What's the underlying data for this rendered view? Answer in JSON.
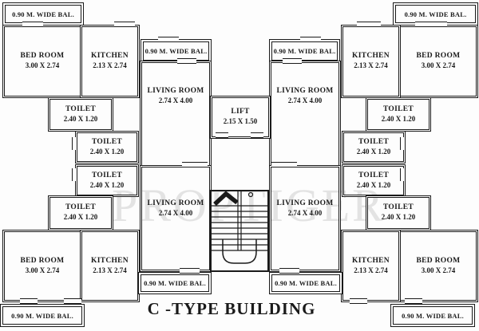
{
  "title": "C -TYPE BUILDING",
  "watermark": "PROPTIGER",
  "labels": {
    "balcony": "0.90 M. WIDE BAL.",
    "bedroom": "BED ROOM",
    "bedroom_dim": "3.00 X 2.74",
    "kitchen": "KITCHEN",
    "kitchen_dim": "2.13 X 2.74",
    "living": "LIVING ROOM",
    "living_dim": "2.74 X 4.00",
    "toilet": "TOILET",
    "toilet_dim": "2.40 X 1.20",
    "lift": "LIFT",
    "lift_dim": "2.15 X 1.50"
  },
  "colors": {
    "wall": "#1a1a1a",
    "background": "#fdfdfd",
    "watermark": "#e3e3e3"
  },
  "plan_info": {
    "building_type": "C-Type",
    "flats_per_floor": 4,
    "rooms_per_flat": [
      "BED ROOM",
      "KITCHEN",
      "LIVING ROOM",
      "TOILET",
      "TOILET"
    ],
    "core": [
      "LIFT",
      "STAIRCASE"
    ],
    "balcony_count": 8
  }
}
